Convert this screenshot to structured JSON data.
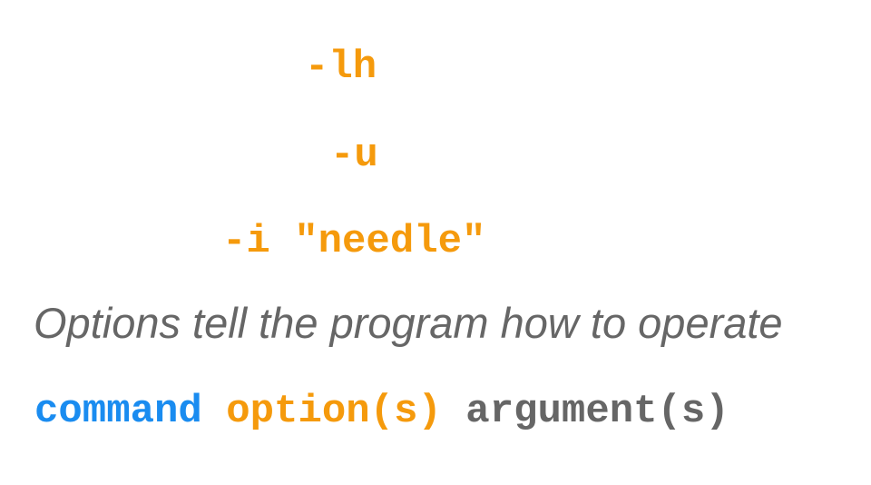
{
  "options": [
    "-lh",
    "-u",
    "-i \"needle\""
  ],
  "caption": "Options tell the program how to operate",
  "syntax": {
    "command": "command",
    "options": "option(s)",
    "arguments": "argument(s)"
  },
  "colors": {
    "command": "#1a8cf0",
    "option": "#f59a0c",
    "argument": "#666666",
    "caption": "#666666"
  }
}
